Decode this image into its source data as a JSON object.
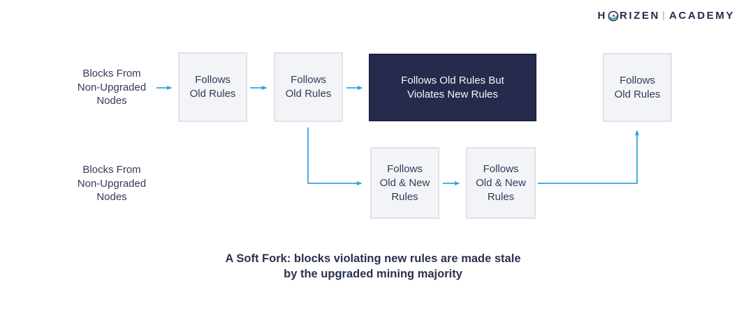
{
  "header": {
    "logo": {
      "prefix": "H",
      "middle": "RIZEN",
      "suffix": "ACADEMY",
      "icon": "horizen-swirl-icon"
    }
  },
  "colors": {
    "arrow": "#35a3e0",
    "box_fill": "#f3f4f7",
    "box_border": "#e0e2e8",
    "dark_fill": "#262b4d",
    "dark_border": "#1d2140",
    "text": "#333a58",
    "caption": "#2b3150",
    "navy": "#272c4a",
    "logo_teal": "#3aa7bc"
  },
  "diagram": {
    "labels": [
      {
        "text": "Blocks From\nNon-Upgraded\nNodes"
      },
      {
        "text": "Blocks From\nNon-Upgraded\nNodes"
      }
    ],
    "top_row_boxes": [
      {
        "label": "Follows\nOld Rules",
        "variant": "light"
      },
      {
        "label": "Follows\nOld Rules",
        "variant": "light"
      },
      {
        "label": "Follows Old Rules But\nViolates New Rules",
        "variant": "dark"
      },
      {
        "label": "Follows\nOld Rules",
        "variant": "light"
      }
    ],
    "bottom_row_boxes": [
      {
        "label": "Follows\nOld & New\nRules"
      },
      {
        "label": "Follows\nOld & New\nRules"
      }
    ],
    "connectors": [
      {
        "name": "arrow-label1-to-box1"
      },
      {
        "name": "arrow-box1-to-box2"
      },
      {
        "name": "arrow-box2-to-darkbox"
      },
      {
        "name": "arrow-box2-down-to-bottom-box1"
      },
      {
        "name": "arrow-bottom-box1-to-bottom-box2"
      },
      {
        "name": "arrow-bottom-box2-up-to-right-box"
      }
    ]
  },
  "caption": {
    "text": "A Soft Fork: blocks violating new rules are made stale\nby the upgraded mining majority"
  }
}
